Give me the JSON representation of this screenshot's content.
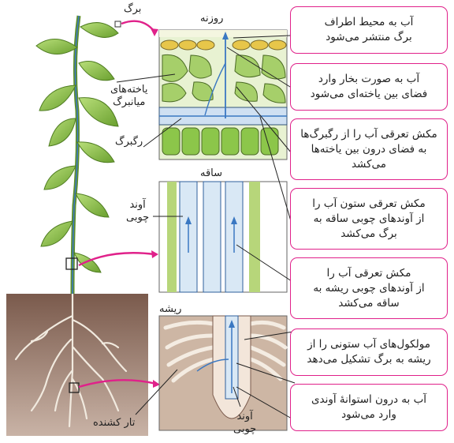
{
  "labels": {
    "leaf": "برگ",
    "stomata": "روزنه",
    "mesophyll_line1": "یاخته‌های",
    "mesophyll_line2": "میانبرگ",
    "vein": "رگبرگ",
    "stem": "ساقه",
    "xylem_line1": "آوند",
    "xylem_line2": "چوبی",
    "root": "ریشه",
    "root_hair": "تار کشنده",
    "root_xylem_line1": "آوند",
    "root_xylem_line2": "چوبی"
  },
  "callouts": [
    {
      "line1": "آب به محیط اطراف",
      "line2": "برگ منتشر می‌شود"
    },
    {
      "line1": "آب به صورت بخار وارد",
      "line2": "فضای بین یاخته‌ای می‌شود"
    },
    {
      "line1": "مکش تعرقی آب را از رگبرگ‌ها",
      "line2": "به فضای درون بین یاخته‌ها",
      "line3": "می‌کشد"
    },
    {
      "line1": "مکش تعرقی ستون آب را",
      "line2": "از آوندهای چوبی ساقه به",
      "line3": "برگ می‌کشد"
    },
    {
      "line1": "مکش تعرقی آب را",
      "line2": "از آوندهای چوبی ریشه به",
      "line3": "ساقه می‌کشد"
    },
    {
      "line1": "مولکول‌های آب ستونی را از",
      "line2": "ریشه به برگ تشکیل می‌دهد"
    },
    {
      "line1": "آب به درون استوانهٔ آوندی",
      "line2": "وارد می‌شود"
    }
  ],
  "colors": {
    "accent": "#e0218a",
    "leaf": "#8cc63f",
    "soil": "#8a6a5a",
    "water": "#3a78c2"
  }
}
